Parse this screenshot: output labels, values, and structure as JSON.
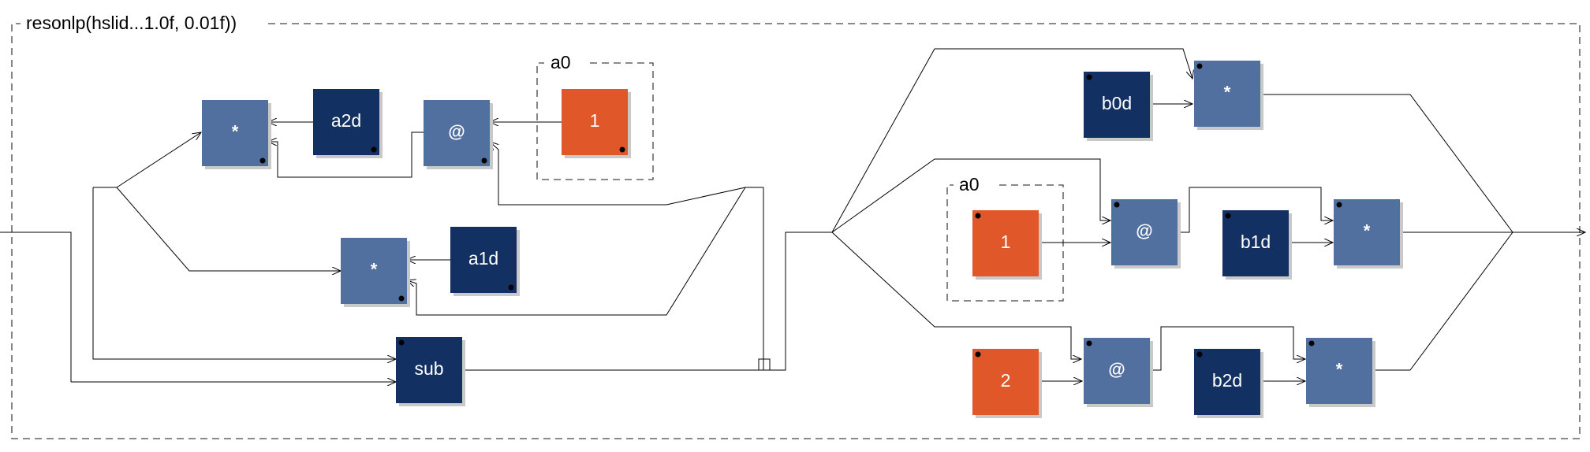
{
  "diagram": {
    "title": "resonlp(hslid...1.0f, 0.01f))",
    "colors": {
      "operator": "#52709f",
      "variable": "#133062",
      "constant": "#e0582a",
      "wire": "#000000",
      "frame": "#444444"
    },
    "groups": [
      {
        "id": "a0_top",
        "label": "a0"
      },
      {
        "id": "a0_right",
        "label": "a0"
      }
    ],
    "blocks": [
      {
        "id": "mul_a2",
        "kind": "operator",
        "label": "*"
      },
      {
        "id": "a2d",
        "kind": "variable",
        "label": "a2d"
      },
      {
        "id": "at_top",
        "kind": "operator",
        "label": "@"
      },
      {
        "id": "one_top",
        "kind": "constant",
        "label": "1"
      },
      {
        "id": "mul_a1",
        "kind": "operator",
        "label": "*"
      },
      {
        "id": "a1d",
        "kind": "variable",
        "label": "a1d"
      },
      {
        "id": "sub",
        "kind": "variable",
        "label": "sub"
      },
      {
        "id": "b0d",
        "kind": "variable",
        "label": "b0d"
      },
      {
        "id": "mul_b0",
        "kind": "operator",
        "label": "*"
      },
      {
        "id": "one_right",
        "kind": "constant",
        "label": "1"
      },
      {
        "id": "at_mid",
        "kind": "operator",
        "label": "@"
      },
      {
        "id": "b1d",
        "kind": "variable",
        "label": "b1d"
      },
      {
        "id": "mul_b1",
        "kind": "operator",
        "label": "*"
      },
      {
        "id": "two",
        "kind": "constant",
        "label": "2"
      },
      {
        "id": "at_bot",
        "kind": "operator",
        "label": "@"
      },
      {
        "id": "b2d",
        "kind": "variable",
        "label": "b2d"
      },
      {
        "id": "mul_b2",
        "kind": "operator",
        "label": "*"
      }
    ]
  }
}
